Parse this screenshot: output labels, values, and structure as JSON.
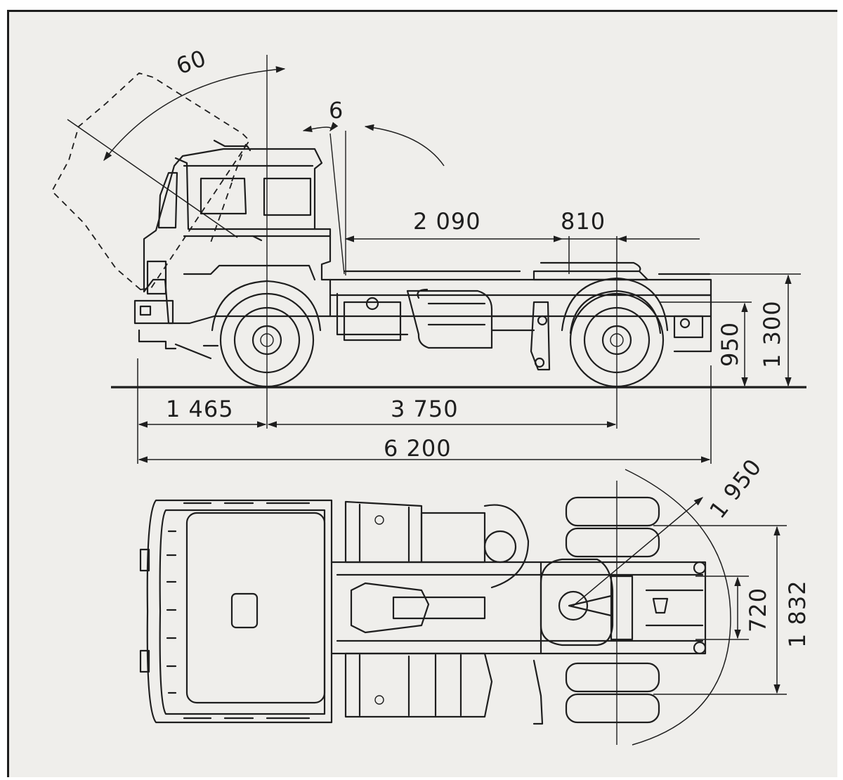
{
  "dimensions": {
    "cab_tilt_angle": "60",
    "cab_rear_angle": "6",
    "cab_to_kingpin": "2 090",
    "fifth_wheel_offset": "810",
    "fifth_wheel_height": "950",
    "chassis_height": "1 300",
    "front_overhang": "1 465",
    "wheelbase": "3 750",
    "overall_length": "6 200",
    "swing_radius": "1 950",
    "saddle_width": "720",
    "overall_width": "1 832"
  },
  "colors": {
    "line": "#1e1e1e",
    "paper": "#efeeeb"
  }
}
